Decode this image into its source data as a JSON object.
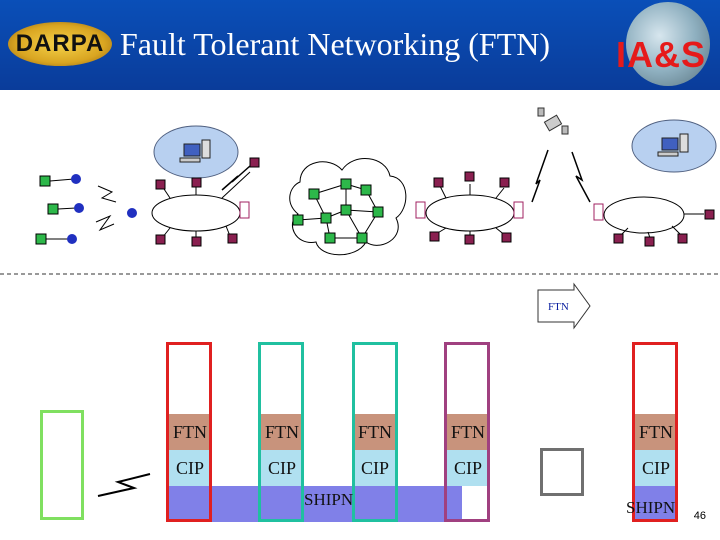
{
  "header": {
    "logo_left": "DARPA",
    "title": "Fault Tolerant Networking (FTN)",
    "logo_right": "IA&S"
  },
  "network": {
    "arrow_label": "FTN"
  },
  "stack": {
    "columns": [
      {
        "ftn": "FTN",
        "cip": "CIP"
      },
      {
        "ftn": "FTN",
        "cip": "CIP"
      },
      {
        "ftn": "FTN",
        "cip": "CIP"
      },
      {
        "ftn": "FTN",
        "cip": "CIP"
      },
      {
        "ftn": "FTN",
        "cip": "CIP"
      }
    ],
    "shipn_left": "SHIPN",
    "shipn_right": "SHIPN"
  },
  "footer": {
    "page_number": "46"
  },
  "colors": {
    "header_bg": "#0a3c9a",
    "ftn_layer": "#c8937c",
    "cip_layer": "#b0e0f0",
    "shipn_layer": "#8080e8",
    "red": "#e02020",
    "teal": "#20c0a0",
    "purple": "#a04080",
    "green": "#80e060",
    "gray": "#707070"
  }
}
